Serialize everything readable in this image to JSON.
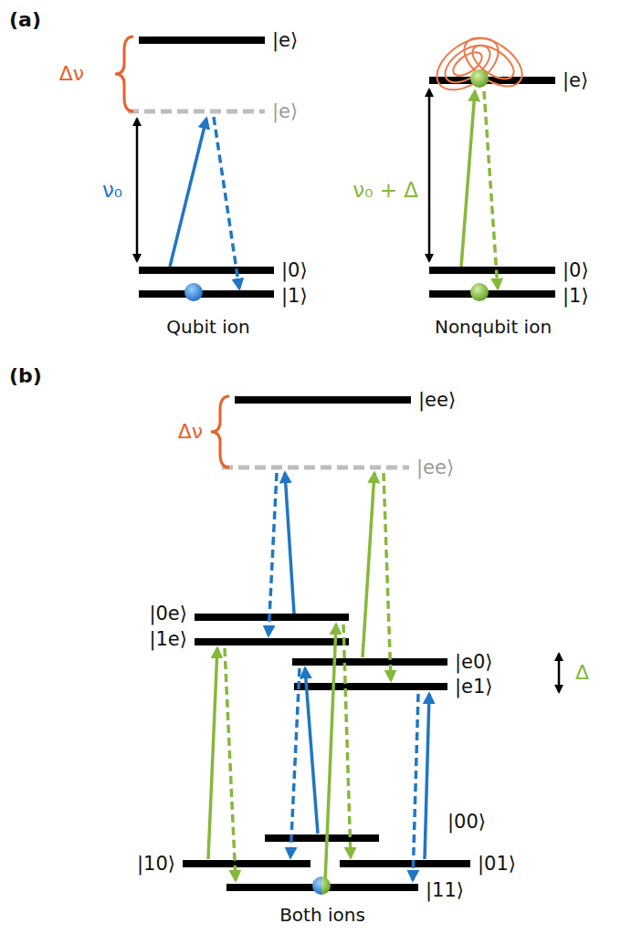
{
  "diagram": {
    "labels": [
      "(a)",
      "Δν",
      "|e⟩",
      "|e⟩",
      "ν₀",
      "|0⟩",
      "|1⟩",
      "Qubit ion",
      "|e⟩",
      "ν₀ + Δ",
      "|0⟩",
      "|1⟩",
      "Nonqubit ion",
      "(b)",
      "|ee⟩",
      "Δν",
      "|ee⟩",
      "|0e⟩",
      "|1e⟩",
      "Δ",
      "|e0⟩",
      "|e1⟩",
      "|00⟩",
      "|10⟩",
      "|01⟩",
      "|11⟩",
      "Both ions"
    ]
  }
}
